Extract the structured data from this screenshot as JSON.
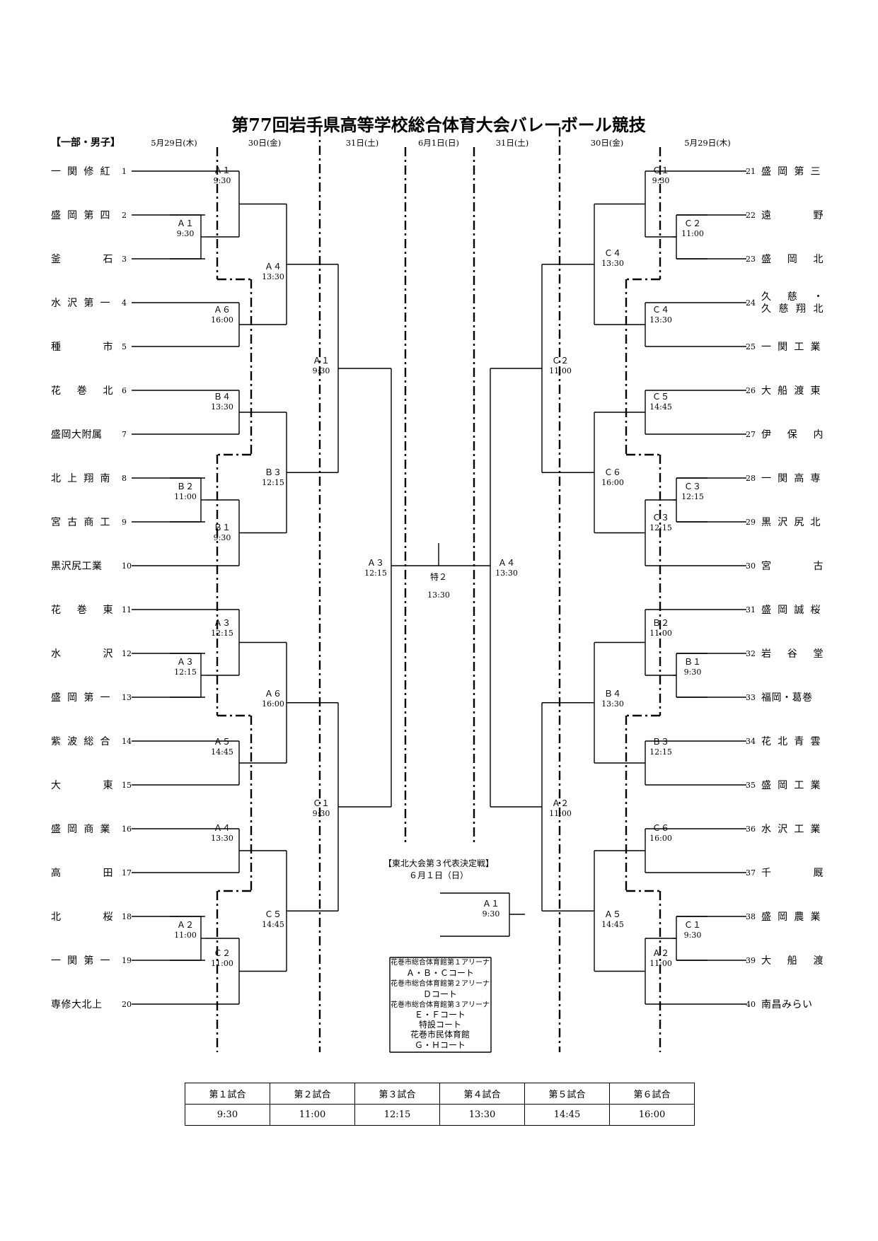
{
  "title": "第77回岩手県高等学校総合体育大会バレーボール競技",
  "section": "【一部・男子】",
  "days": {
    "left": [
      "5月29日(木)",
      "30日(金)",
      "31日(土)"
    ],
    "center": "6月1日(日)",
    "right": [
      "31日(土)",
      "30日(金)",
      "5月29日(木)"
    ]
  },
  "teams_left": [
    {
      "no": "1",
      "name": "一関修紅"
    },
    {
      "no": "2",
      "name": "盛岡第四"
    },
    {
      "no": "3",
      "name": "釜石"
    },
    {
      "no": "4",
      "name": "水沢第一"
    },
    {
      "no": "5",
      "name": "種市"
    },
    {
      "no": "6",
      "name": "花巻北"
    },
    {
      "no": "7",
      "name": "盛岡大附属"
    },
    {
      "no": "8",
      "name": "北上翔南"
    },
    {
      "no": "9",
      "name": "宮古商工"
    },
    {
      "no": "10",
      "name": "黒沢尻工業"
    },
    {
      "no": "11",
      "name": "花巻東"
    },
    {
      "no": "12",
      "name": "水沢"
    },
    {
      "no": "13",
      "name": "盛岡第一"
    },
    {
      "no": "14",
      "name": "紫波総合"
    },
    {
      "no": "15",
      "name": "大東"
    },
    {
      "no": "16",
      "name": "盛岡商業"
    },
    {
      "no": "17",
      "name": "高田"
    },
    {
      "no": "18",
      "name": "北桜"
    },
    {
      "no": "19",
      "name": "一関第一"
    },
    {
      "no": "20",
      "name": "専修大北上"
    }
  ],
  "teams_right": [
    {
      "no": "21",
      "name": "盛岡第三"
    },
    {
      "no": "22",
      "name": "遠野"
    },
    {
      "no": "23",
      "name": "盛岡北"
    },
    {
      "no": "24",
      "name": "久慈・",
      "name2": "久慈翔北"
    },
    {
      "no": "25",
      "name": "一関工業"
    },
    {
      "no": "26",
      "name": "大船渡東"
    },
    {
      "no": "27",
      "name": "伊保内"
    },
    {
      "no": "28",
      "name": "一関高専"
    },
    {
      "no": "29",
      "name": "黒沢尻北"
    },
    {
      "no": "30",
      "name": "宮古"
    },
    {
      "no": "31",
      "name": "盛岡誠桜"
    },
    {
      "no": "32",
      "name": "岩谷堂"
    },
    {
      "no": "33",
      "name": "福岡・葛巻"
    },
    {
      "no": "34",
      "name": "花北青雲"
    },
    {
      "no": "35",
      "name": "盛岡工業"
    },
    {
      "no": "36",
      "name": "水沢工業"
    },
    {
      "no": "37",
      "name": "千厩"
    },
    {
      "no": "38",
      "name": "盛岡農業"
    },
    {
      "no": "39",
      "name": "大船渡"
    },
    {
      "no": "40",
      "name": "南昌みらい"
    }
  ],
  "matches_left": {
    "r0": [
      {
        "court": "Ａ１",
        "time": "9:30"
      },
      {
        "court": "Ｂ２",
        "time": "11:00"
      },
      {
        "court": "Ａ３",
        "time": "12:15"
      },
      {
        "court": "Ａ２",
        "time": "11:00"
      }
    ],
    "r1": [
      {
        "court": "Ａ１",
        "time": "9:30"
      },
      {
        "court": "Ａ６",
        "time": "16:00"
      },
      {
        "court": "Ｂ４",
        "time": "13:30"
      },
      {
        "court": "Ｂ１",
        "time": "9:30"
      },
      {
        "court": "Ａ３",
        "time": "12:15"
      },
      {
        "court": "Ａ５",
        "time": "14:45"
      },
      {
        "court": "Ａ４",
        "time": "13:30"
      },
      {
        "court": "Ｃ２",
        "time": "11:00"
      }
    ],
    "r2": [
      {
        "court": "Ａ４",
        "time": "13:30"
      },
      {
        "court": "Ｂ３",
        "time": "12:15"
      },
      {
        "court": "Ａ６",
        "time": "16:00"
      },
      {
        "court": "Ｃ５",
        "time": "14:45"
      }
    ],
    "r3": [
      {
        "court": "Ａ１",
        "time": "9:30"
      },
      {
        "court": "Ｃ１",
        "time": "9:30"
      }
    ],
    "r4": {
      "court": "Ａ３",
      "time": "12:15"
    }
  },
  "matches_right": {
    "r0": [
      {
        "court": "Ｃ２",
        "time": "11:00"
      },
      {
        "court": "Ｃ３",
        "time": "12:15"
      },
      {
        "court": "Ｂ１",
        "time": "9:30"
      },
      {
        "court": "Ｃ１",
        "time": "9:30"
      }
    ],
    "r1": [
      {
        "court": "Ｃ１",
        "time": "9:30"
      },
      {
        "court": "Ｃ４",
        "time": "13:30"
      },
      {
        "court": "Ｃ５",
        "time": "14:45"
      },
      {
        "court": "Ｃ３",
        "time": "12:15"
      },
      {
        "court": "Ｂ２",
        "time": "11:00"
      },
      {
        "court": "Ｂ３",
        "time": "12:15"
      },
      {
        "court": "Ｃ６",
        "time": "16:00"
      },
      {
        "court": "Ａ２",
        "time": "11:00"
      }
    ],
    "r2": [
      {
        "court": "Ｃ４",
        "time": "13:30"
      },
      {
        "court": "Ｃ６",
        "time": "16:00"
      },
      {
        "court": "Ｂ４",
        "time": "13:30"
      },
      {
        "court": "Ａ５",
        "time": "14:45"
      }
    ],
    "r3": [
      {
        "court": "Ｃ２",
        "time": "11:00"
      },
      {
        "court": "Ａ２",
        "time": "11:00"
      }
    ],
    "r4": {
      "court": "Ａ４",
      "time": "13:30"
    }
  },
  "final": {
    "court": "特２",
    "time": "13:30"
  },
  "tohoku_playoff": {
    "title": "【東北大会第３代表決定戦】",
    "date": "６月１日（日）",
    "court": "Ａ１",
    "time": "9:30"
  },
  "venues": [
    {
      "text": "花巻市総合体育館第１アリーナ",
      "bold": false
    },
    {
      "text": "Ａ・Ｂ・Ｃコート",
      "bold": true
    },
    {
      "text": "花巻市総合体育館第２アリーナ",
      "bold": false
    },
    {
      "text": "Ｄコート",
      "bold": true
    },
    {
      "text": "花巻市総合体育館第３アリーナ",
      "bold": false
    },
    {
      "text": "Ｅ・Ｆコート",
      "bold": true
    },
    {
      "text": "特設コート",
      "bold": true
    },
    {
      "text": "花巻市民体育館",
      "bold": true
    },
    {
      "text": "Ｇ・Ｈコート",
      "bold": true
    }
  ],
  "schedule": {
    "headers": [
      "第１試合",
      "第２試合",
      "第３試合",
      "第４試合",
      "第５試合",
      "第６試合"
    ],
    "times": [
      "9:30",
      "11:00",
      "12:15",
      "13:30",
      "14:45",
      "16:00"
    ]
  }
}
